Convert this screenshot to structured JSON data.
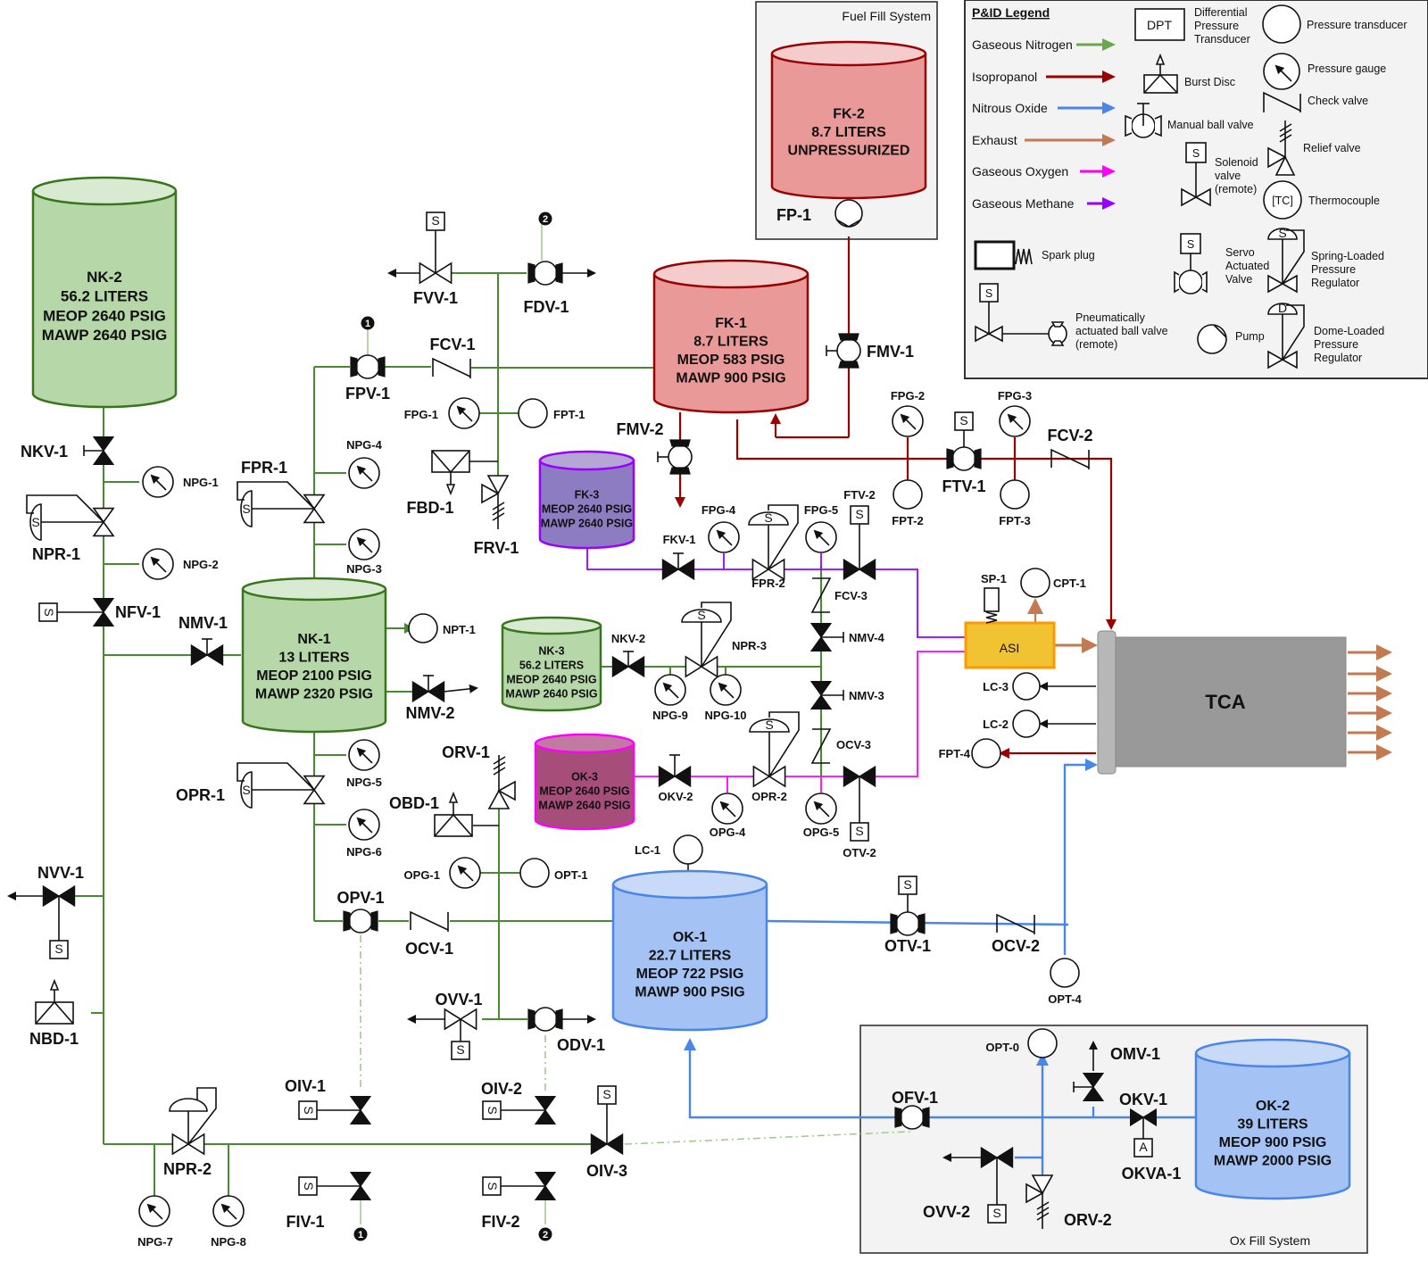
{
  "legend": {
    "title": "P&ID Legend",
    "fluids": [
      {
        "label": "Gaseous Nitrogen",
        "color": "#6aa84f"
      },
      {
        "label": "Isopropanol",
        "color": "#990000"
      },
      {
        "label": "Nitrous Oxide",
        "color": "#4a86e8"
      },
      {
        "label": "Exhaust",
        "color": "#c27a52"
      },
      {
        "label": "Gaseous Oxygen",
        "color": "#ff00ff"
      },
      {
        "label": "Gaseous Methane",
        "color": "#9900ff"
      }
    ],
    "symbols": {
      "dpt_box": "DPT",
      "dpt": [
        "Differential",
        "Pressure",
        "Transducer"
      ],
      "pressure_transducer": "Pressure transducer",
      "burst_disc": "Burst Disc",
      "pressure_gauge": "Pressure gauge",
      "check_valve": "Check valve",
      "manual_ball_valve": "Manual ball valve",
      "relief_valve": "Relief valve",
      "solenoid": [
        "Solenoid",
        "valve",
        "(remote)"
      ],
      "thermocouple_box": "[TC]",
      "thermocouple": "Thermocouple",
      "spark_plug": "Spark plug",
      "servo": [
        "Servo",
        "Actuated",
        "Valve"
      ],
      "spring_reg": [
        "Spring-Loaded",
        "Pressure",
        "Regulator"
      ],
      "pneumatic": [
        "Pneumatically",
        "actuated ball valve",
        "(remote)"
      ],
      "pump": "Pump",
      "dome_reg": [
        "Dome-Loaded",
        "Pressure",
        "Regulator"
      ],
      "s_mark": "S",
      "d_mark": "D",
      "a_mark": "A"
    }
  },
  "subsystems": {
    "fuel_fill": "Fuel Fill System",
    "ox_fill": "Ox Fill System"
  },
  "tanks": {
    "NK2": [
      "NK-2",
      "56.2  LITERS",
      "MEOP 2640 PSIG",
      "MAWP 2640 PSIG"
    ],
    "NK1": [
      "NK-1",
      "13 LITERS",
      "MEOP 2100 PSIG",
      "MAWP 2320 PSIG"
    ],
    "NK3": [
      "NK-3",
      "56.2 LITERS",
      "MEOP 2640 PSIG",
      "MAWP 2640 PSIG"
    ],
    "FK1": [
      "FK-1",
      "8.7 LITERS",
      "MEOP 583 PSIG",
      "MAWP 900 PSIG"
    ],
    "FK2": [
      "FK-2",
      "8.7 LITERS",
      "UNPRESSURIZED"
    ],
    "FK3": [
      "FK-3",
      "MEOP 2640 PSIG",
      "MAWP 2640 PSIG"
    ],
    "OK1": [
      "OK-1",
      "22.7 LITERS",
      "MEOP 722 PSIG",
      "MAWP 900 PSIG"
    ],
    "OK2": [
      "OK-2",
      "39 LITERS",
      "MEOP 900 PSIG",
      "MAWP 2000 PSIG"
    ],
    "OK3": [
      "OK-3",
      "MEOP 2640 PSIG",
      "MAWP 2640 PSIG"
    ]
  },
  "components": {
    "ASI": "ASI",
    "TCA": "TCA",
    "SP1": "SP-1",
    "CPT1": "CPT-1",
    "LC1": "LC-1",
    "LC2": "LC-2",
    "LC3": "LC-3",
    "FPT4": "FPT-4",
    "FP1": "FP-1"
  },
  "labels": {
    "NKV1": "NKV-1",
    "NPG1": "NPG-1",
    "NPR1": "NPR-1",
    "NPG2": "NPG-2",
    "NFV1": "NFV-1",
    "NMV1": "NMV-1",
    "NVV1": "NVV-1",
    "NBD1": "NBD-1",
    "NPR2": "NPR-2",
    "NPG7": "NPG-7",
    "NPG8": "NPG-8",
    "FPR1": "FPR-1",
    "NPG4": "NPG-4",
    "NPG3": "NPG-3",
    "FPV1": "FPV-1",
    "FCV1": "FCV-1",
    "FVV1": "FVV-1",
    "FDV1": "FDV-1",
    "FPG1": "FPG-1",
    "FPT1": "FPT-1",
    "FBD1": "FBD-1",
    "FRV1": "FRV-1",
    "FMV1": "FMV-1",
    "FMV2": "FMV-2",
    "FPG2": "FPG-2",
    "FPT2": "FPT-2",
    "FTV1": "FTV-1",
    "FPG3": "FPG-3",
    "FPT3": "FPT-3",
    "FCV2": "FCV-2",
    "NPT1": "NPT-1",
    "NMV2": "NMV-2",
    "OPR1": "OPR-1",
    "NPG5": "NPG-5",
    "NPG6": "NPG-6",
    "ORV1": "ORV-1",
    "OBD1": "OBD-1",
    "OPG1": "OPG-1",
    "OPT1": "OPT-1",
    "OPV1": "OPV-1",
    "OCV1": "OCV-1",
    "OVV1": "OVV-1",
    "ODV1": "ODV-1",
    "OIV1": "OIV-1",
    "OIV2": "OIV-2",
    "OIV3": "OIV-3",
    "FIV1": "FIV-1",
    "FIV2": "FIV-2",
    "FKV1": "FKV-1",
    "FPG4": "FPG-4",
    "FPR2": "FPR-2",
    "FPG5": "FPG-5",
    "FTV2": "FTV-2",
    "FCV3": "FCV-3",
    "NKV2": "NKV-2",
    "NPR3": "NPR-3",
    "NPG9": "NPG-9",
    "NPG10": "NPG-10",
    "NMV4": "NMV-4",
    "NMV3": "NMV-3",
    "OCV3": "OCV-3",
    "OKV2": "OKV-2",
    "OPG4": "OPG-4",
    "OPR2": "OPR-2",
    "OPG5": "OPG-5",
    "OTV2": "OTV-2",
    "OTV1": "OTV-1",
    "OCV2": "OCV-2",
    "OPT4": "OPT-4",
    "OPT0": "OPT-0",
    "OMV1": "OMV-1",
    "OFV1": "OFV-1",
    "OKV1": "OKV-1",
    "OKVA1": "OKVA-1",
    "OVV2": "OVV-2",
    "ORV2": "ORV-2"
  },
  "connectors": {
    "one": "1",
    "two": "2"
  }
}
